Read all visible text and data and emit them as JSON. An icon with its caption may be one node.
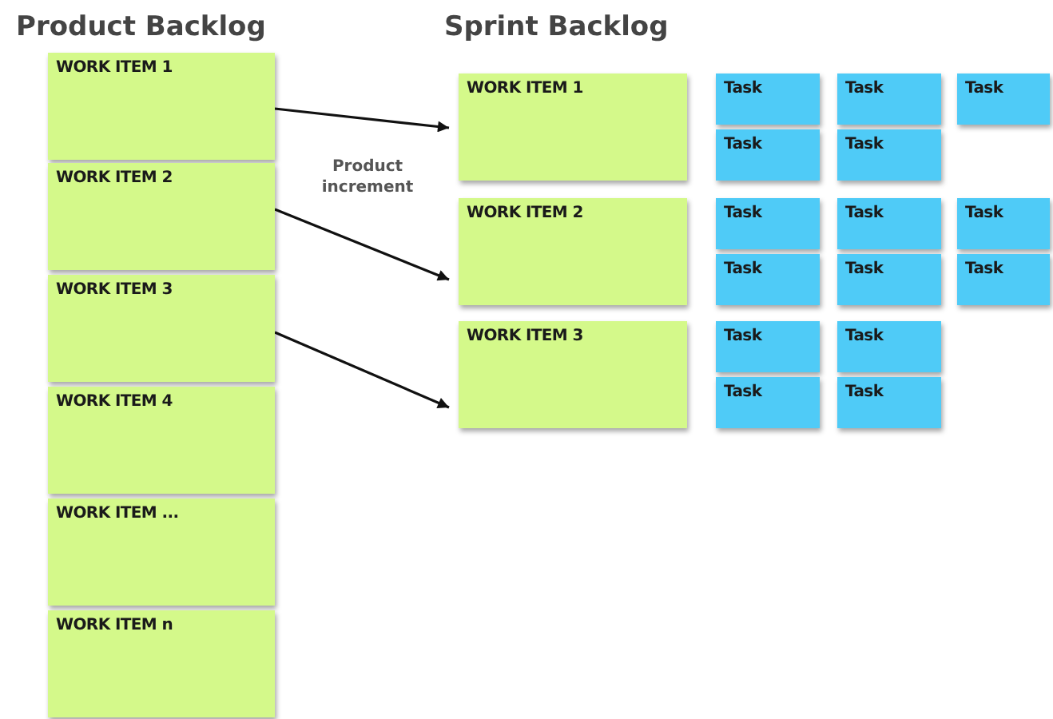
{
  "diagram": {
    "nodes": [
      {
        "text": [
          "WORK ITEM 1"
        ]
      },
      {
        "text": [
          "WORK ITEM 2"
        ]
      },
      {
        "text": [
          "WORK ITEM 3"
        ]
      },
      {
        "text": [
          "WORK ITEM 4"
        ]
      },
      {
        "text": [
          "WORK ITEM ..."
        ]
      },
      {
        "text": [
          "WORK ITEM n"
        ]
      },
      {
        "text": [
          "WORK ITEM 1"
        ]
      },
      {
        "text": [
          "Task"
        ]
      },
      {
        "text": [
          "Task"
        ]
      },
      {
        "text": [
          "Task"
        ]
      },
      {
        "text": [
          "Task"
        ]
      },
      {
        "text": [
          "Task"
        ]
      },
      {
        "text": [
          "WORK ITEM 2"
        ]
      },
      {
        "text": [
          "Task"
        ]
      },
      {
        "text": [
          "Task"
        ]
      },
      {
        "text": [
          "Task"
        ]
      },
      {
        "text": [
          "Task"
        ]
      },
      {
        "text": [
          "Task"
        ]
      },
      {
        "text": [
          "Task"
        ]
      },
      {
        "text": [
          "WORK ITEM 3"
        ]
      },
      {
        "text": [
          "Task"
        ]
      },
      {
        "text": [
          "Task"
        ]
      },
      {
        "text": [
          "Task"
        ]
      },
      {
        "text": [
          "Task"
        ]
      }
    ],
    "edges": [
      {
        "from": 0,
        "to": 6,
        "arrow": "to"
      },
      {
        "from": 1,
        "to": 12,
        "arrow": "to"
      },
      {
        "from": 2,
        "to": 19,
        "arrow": "to"
      }
    ],
    "labels": [
      "Product Backlog",
      "Sprint Backlog",
      "Product increment"
    ]
  }
}
